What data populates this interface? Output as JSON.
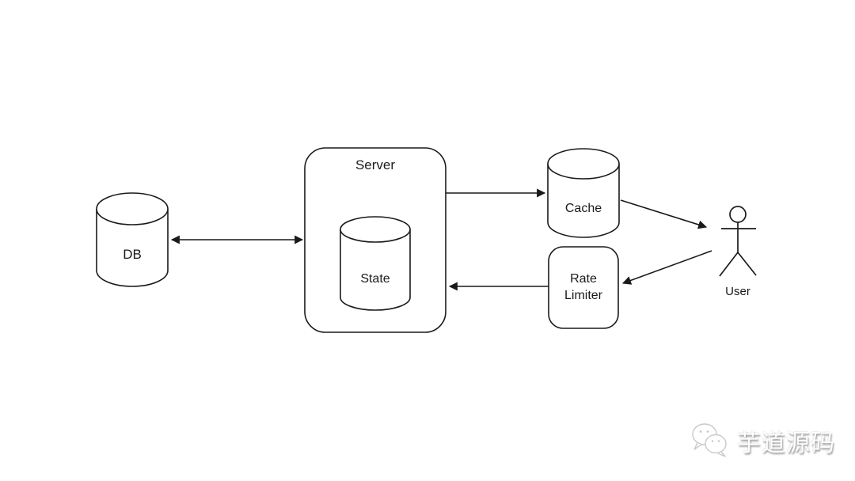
{
  "page": {
    "background_color": "#ffffff",
    "stroke_color": "#1a1a1a"
  },
  "diagram": {
    "type": "system-architecture-flow",
    "nodes": {
      "db": {
        "label": "DB",
        "shape": "cylinder"
      },
      "server": {
        "label": "Server",
        "shape": "rounded-rectangle"
      },
      "state": {
        "label": "State",
        "shape": "cylinder",
        "contained_in": "Server"
      },
      "cache": {
        "label": "Cache",
        "shape": "cylinder"
      },
      "rate_limiter": {
        "label": "Rate Limiter",
        "line1": "Rate",
        "line2": "Limiter",
        "shape": "rounded-rectangle"
      },
      "user": {
        "label": "User",
        "shape": "stick-figure-actor"
      }
    },
    "edges": [
      {
        "from": "DB",
        "to": "Server",
        "arrows": "both"
      },
      {
        "from": "Server",
        "to": "Cache",
        "arrows": "end"
      },
      {
        "from": "Cache",
        "to": "User",
        "arrows": "end"
      },
      {
        "from": "User",
        "to": "Rate Limiter",
        "arrows": "end"
      },
      {
        "from": "Rate Limiter",
        "to": "Server",
        "arrows": "end"
      }
    ]
  },
  "watermark": {
    "text": "芋道源码",
    "icon": "wechat-chat-bubbles-icon",
    "text_color": "#fdfdfd",
    "shadow_color": "#8f8f8f"
  }
}
